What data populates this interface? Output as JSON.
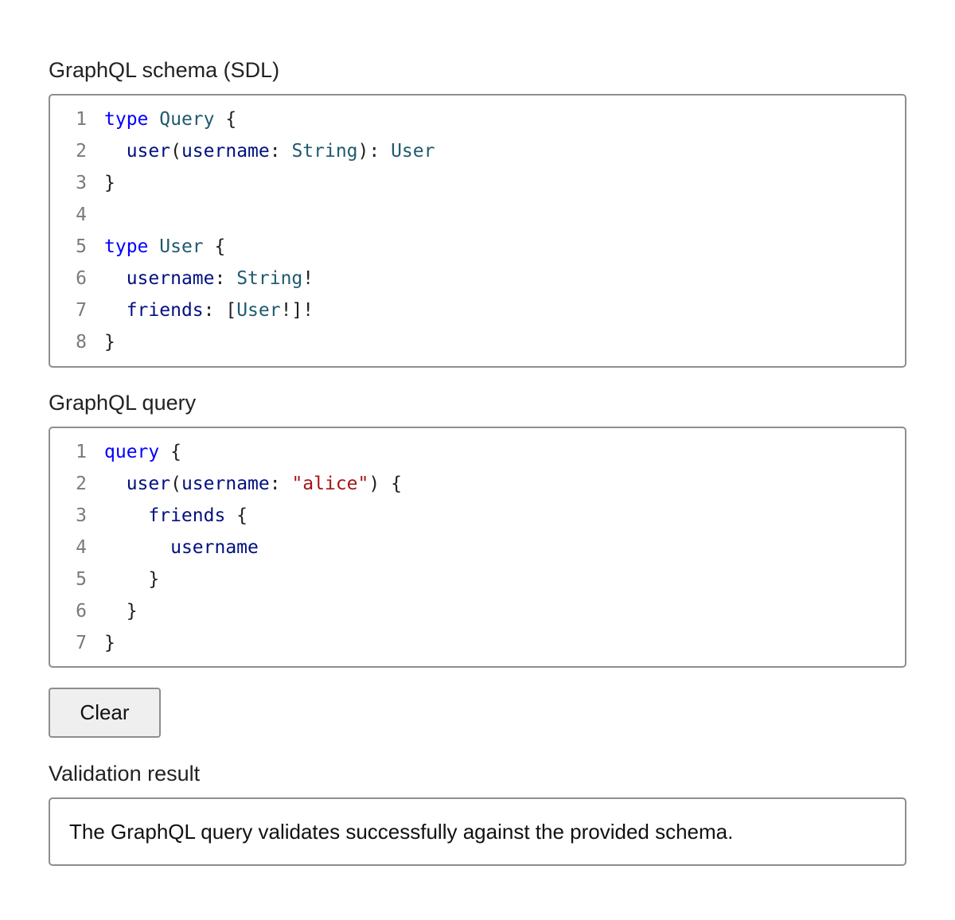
{
  "schema_section": {
    "label": "GraphQL schema (SDL)",
    "lines": [
      [
        {
          "t": "type",
          "c": "kw"
        },
        {
          "t": " ",
          "c": "pn"
        },
        {
          "t": "Query",
          "c": "ty"
        },
        {
          "t": " {",
          "c": "pn"
        }
      ],
      [
        {
          "t": "  ",
          "c": "pn"
        },
        {
          "t": "user",
          "c": "fd"
        },
        {
          "t": "(",
          "c": "pn"
        },
        {
          "t": "username",
          "c": "fd"
        },
        {
          "t": ": ",
          "c": "pn"
        },
        {
          "t": "String",
          "c": "ty"
        },
        {
          "t": "): ",
          "c": "pn"
        },
        {
          "t": "User",
          "c": "ty"
        }
      ],
      [
        {
          "t": "}",
          "c": "pn"
        }
      ],
      [],
      [
        {
          "t": "type",
          "c": "kw"
        },
        {
          "t": " ",
          "c": "pn"
        },
        {
          "t": "User",
          "c": "ty"
        },
        {
          "t": " {",
          "c": "pn"
        }
      ],
      [
        {
          "t": "  ",
          "c": "pn"
        },
        {
          "t": "username",
          "c": "fd"
        },
        {
          "t": ": ",
          "c": "pn"
        },
        {
          "t": "String",
          "c": "ty"
        },
        {
          "t": "!",
          "c": "pn"
        }
      ],
      [
        {
          "t": "  ",
          "c": "pn"
        },
        {
          "t": "friends",
          "c": "fd"
        },
        {
          "t": ": [",
          "c": "pn"
        },
        {
          "t": "User",
          "c": "ty"
        },
        {
          "t": "!]!",
          "c": "pn"
        }
      ],
      [
        {
          "t": "}",
          "c": "pn"
        }
      ]
    ]
  },
  "query_section": {
    "label": "GraphQL query",
    "lines": [
      [
        {
          "t": "query",
          "c": "kw"
        },
        {
          "t": " {",
          "c": "pn"
        }
      ],
      [
        {
          "t": "  ",
          "c": "pn"
        },
        {
          "t": "user",
          "c": "fd"
        },
        {
          "t": "(",
          "c": "pn"
        },
        {
          "t": "username",
          "c": "fd"
        },
        {
          "t": ": ",
          "c": "pn"
        },
        {
          "t": "\"alice\"",
          "c": "st"
        },
        {
          "t": ") {",
          "c": "pn"
        }
      ],
      [
        {
          "t": "    ",
          "c": "pn"
        },
        {
          "t": "friends",
          "c": "fd"
        },
        {
          "t": " {",
          "c": "pn"
        }
      ],
      [
        {
          "t": "      ",
          "c": "pn"
        },
        {
          "t": "username",
          "c": "fd"
        }
      ],
      [
        {
          "t": "    }",
          "c": "pn"
        }
      ],
      [
        {
          "t": "  }",
          "c": "pn"
        }
      ],
      [
        {
          "t": "}",
          "c": "pn"
        }
      ]
    ]
  },
  "clear_button": {
    "label": "Clear"
  },
  "result_section": {
    "label": "Validation result",
    "text": "The GraphQL query validates successfully against the provided schema."
  }
}
